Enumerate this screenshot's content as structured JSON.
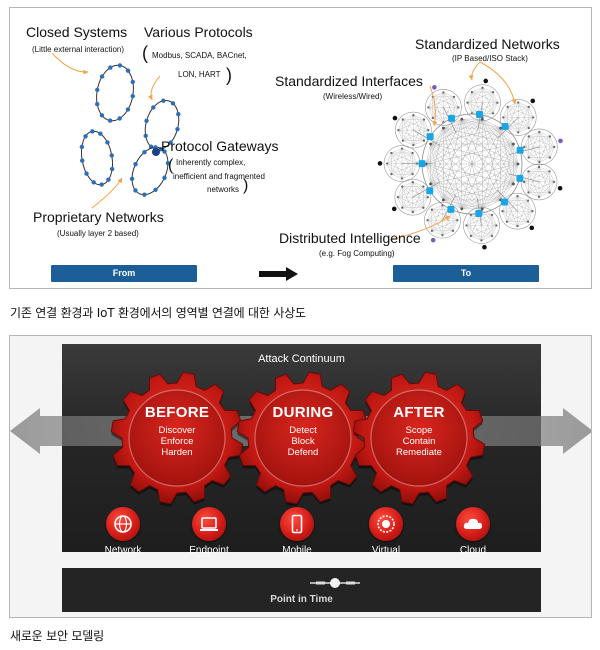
{
  "figure1": {
    "closed_systems": "Closed Systems",
    "closed_systems_sub": "(Little external interaction)",
    "various_protocols": "Various Protocols",
    "various_protocols_paren_open": "(",
    "various_protocols_sub1": "Modbus, SCADA, BACnet,",
    "various_protocols_sub2": "LON, HART",
    "various_protocols_paren_close": ")",
    "protocol_gateways": "Protocol Gateways",
    "protocol_gateways_paren_open": "(",
    "protocol_gateways_sub1": "Inherently complex,",
    "protocol_gateways_sub2": "inefficient and fragmented",
    "protocol_gateways_sub3": "networks",
    "protocol_gateways_paren_close": ")",
    "proprietary_networks": "Proprietary Networks",
    "proprietary_networks_sub": "(Usually layer 2 based)",
    "standardized_networks": "Standardized Networks",
    "standardized_networks_sub": "(IP Based/ISO Stack)",
    "standardized_interfaces": "Standardized Interfaces",
    "standardized_interfaces_sub": "(Wireless/Wired)",
    "distributed_intelligence": "Distributed Intelligence",
    "distributed_intelligence_sub": "(e.g. Fog Computing)",
    "from_label": "From",
    "to_label": "To",
    "colors": {
      "bar": "#1b5e98",
      "node_blue": "#2d6fb5",
      "node_cyan": "#1aa6e6",
      "arrow_orange": "#f5a34a"
    }
  },
  "caption1": "기존 연결 환경과 IoT 환경에서의 영역별 연결에 대한 사상도",
  "figure2": {
    "header": "Attack Continuum",
    "gears": [
      {
        "title": "BEFORE",
        "items": [
          "Discover",
          "Enforce",
          "Harden"
        ]
      },
      {
        "title": "DURING",
        "items": [
          "Detect",
          "Block",
          "Defend"
        ]
      },
      {
        "title": "AFTER",
        "items": [
          "Scope",
          "Contain",
          "Remediate"
        ]
      }
    ],
    "services": [
      {
        "label": "Network",
        "icon": "globe-icon"
      },
      {
        "label": "Endpoint",
        "icon": "laptop-icon"
      },
      {
        "label": "Mobile",
        "icon": "phone-icon"
      },
      {
        "label": "Virtual",
        "icon": "virtual-icon"
      },
      {
        "label": "Cloud",
        "icon": "cloud-icon"
      }
    ],
    "footer": "Point in Time",
    "colors": {
      "gear_red": "#c81a16",
      "dark": "#2b2b2b"
    }
  },
  "caption2": "새로운 보안 모델링"
}
